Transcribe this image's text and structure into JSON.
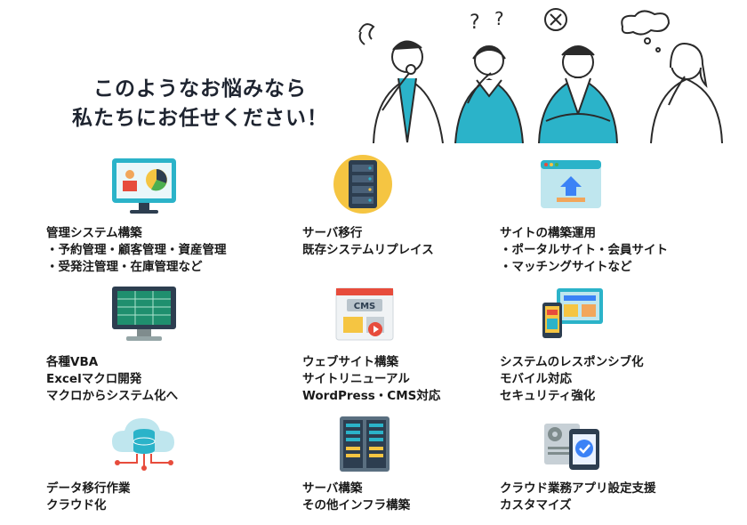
{
  "headline": {
    "line1": "このようなお悩みなら",
    "line2": "私たちにお任せください！"
  },
  "colors": {
    "accent": "#2bb3c9",
    "headline": "#1e2430",
    "outline": "#2a2a2a"
  },
  "items": [
    {
      "icon": "management-system-icon",
      "lines": [
        "管理システム構築",
        "・予約管理・顧客管理・資産管理",
        "・受発注管理・在庫管理など"
      ]
    },
    {
      "icon": "server-migration-icon",
      "lines": [
        "サーバ移行",
        "既存システムリプレイス"
      ]
    },
    {
      "icon": "website-build-icon",
      "lines": [
        "サイトの構築運用",
        "・ポータルサイト・会員サイト",
        "・マッチングサイトなど"
      ]
    },
    {
      "icon": "spreadsheet-monitor-icon",
      "lines": [
        "各種VBA",
        "Excelマクロ開発",
        "マクロからシステム化へ"
      ]
    },
    {
      "icon": "cms-icon",
      "cms_label": "CMS",
      "lines": [
        "ウェブサイト構築",
        "サイトリニューアル",
        "WordPress・CMS対応"
      ]
    },
    {
      "icon": "responsive-devices-icon",
      "lines": [
        "システムのレスポンシブ化",
        "モバイル対応",
        "セキュリティ強化"
      ]
    },
    {
      "icon": "cloud-database-icon",
      "lines": [
        "データ移行作業",
        "クラウド化"
      ]
    },
    {
      "icon": "server-rack-icon",
      "lines": [
        "サーバ構築",
        "その他インフラ構築"
      ]
    },
    {
      "icon": "cloud-app-settings-icon",
      "lines": [
        "クラウド業務アプリ設定支援",
        "カスタマイズ"
      ]
    }
  ]
}
